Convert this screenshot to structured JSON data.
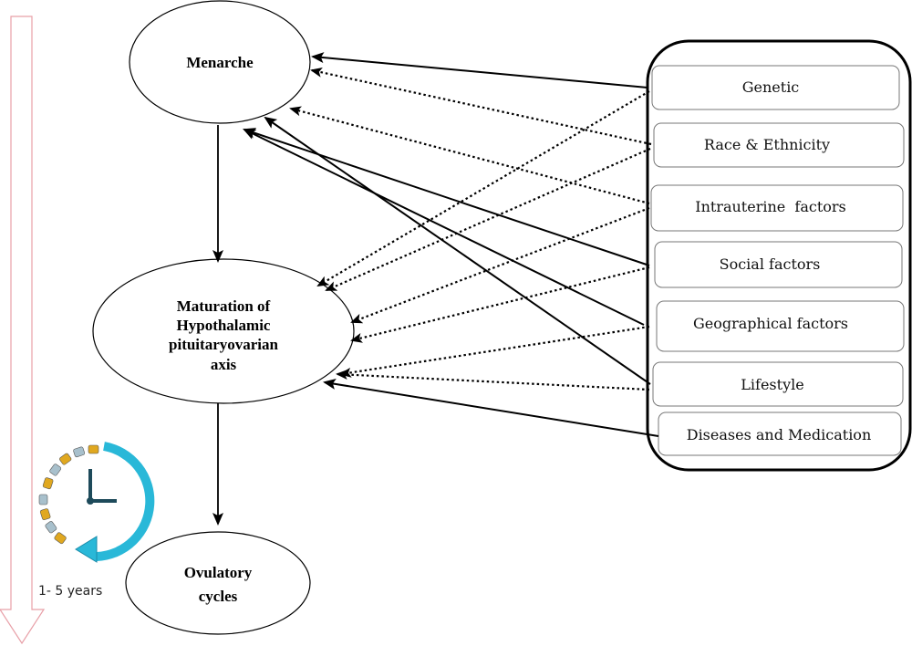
{
  "nodes": {
    "menarche": "Menarche",
    "maturation": [
      "Maturation of",
      "Hypothalamic",
      "pituitaryovarian",
      "axis"
    ],
    "ovulatory": [
      "Ovulatory",
      "cycles"
    ]
  },
  "factors": [
    "Genetic",
    "Race & Ethnicity",
    "Intrauterine  factors",
    "Social factors",
    "Geographical factors",
    "Lifestyle",
    "Diseases and Medication"
  ],
  "timeline": {
    "label": "1- 5 years",
    "icon": "clock-cycle-icon"
  },
  "colors": {
    "timeline_arrow": "#e8a0a8",
    "clock_ring": "#29b8d8",
    "clock_tick_gold": "#e0a820",
    "clock_tick_gray": "#a8c0cc",
    "clock_hands": "#1d4a5a"
  }
}
